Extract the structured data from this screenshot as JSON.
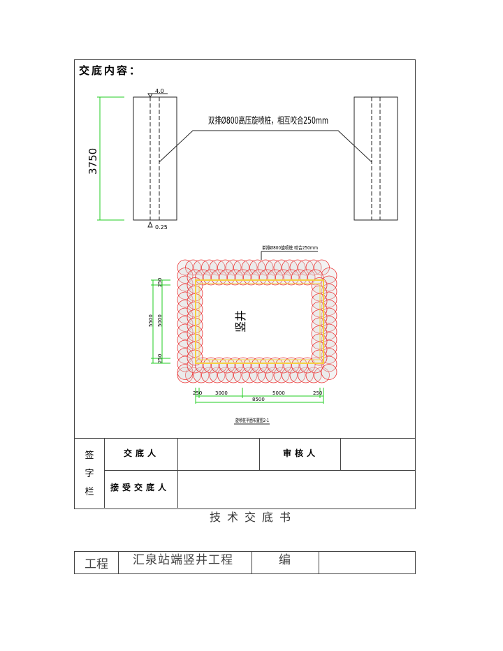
{
  "section_title": "交底内容：",
  "drawing": {
    "elevation_label": "双排Ø800高压旋喷桩，相互咬合250mm",
    "top_level": "4.0",
    "bottom_level": "0.25",
    "height_dim": "3750",
    "plan_label": "单排Ø800旋喷桩 咬合250mm",
    "shaft_label": "竖井",
    "dims_left": [
      "250",
      "5000",
      "5500",
      "250"
    ],
    "dims_bottom": [
      "250",
      "3000",
      "5000",
      "250",
      "8500"
    ],
    "caption": "旋喷桩平面布置图2-1"
  },
  "signature": {
    "section": "签字栏",
    "presenter": "交底人",
    "reviewer": "审核人",
    "receiver": "接受交底人"
  },
  "doc_title": "技术交底书",
  "project": {
    "label": "工程",
    "value": "汇泉站端竖井工程",
    "code_label": "编"
  }
}
